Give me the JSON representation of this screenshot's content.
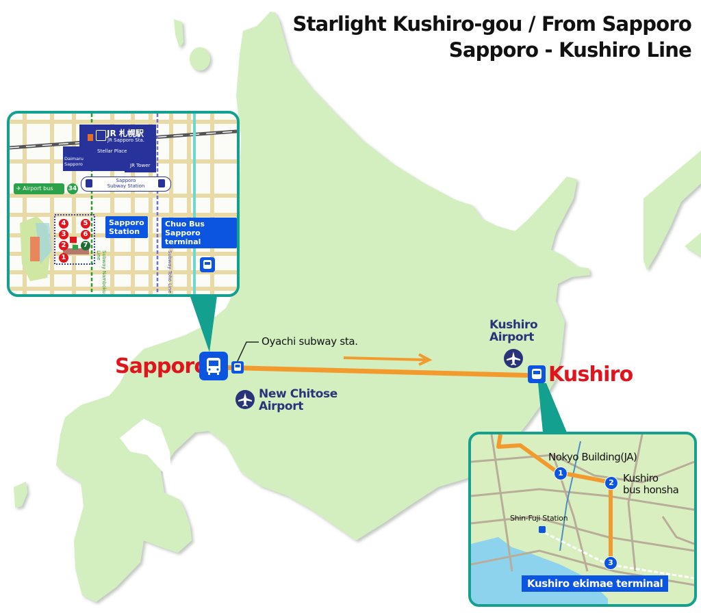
{
  "title": {
    "line1": "Starlight Kushiro-gou / From Sapporo",
    "line2": "Sapporo - Kushiro Line"
  },
  "colors": {
    "land": "#d3efc0",
    "route": "#f39a2e",
    "bus_blue": "#0b55e0",
    "city_red": "#e0141c",
    "airport_navy": "#28337a",
    "inset_border": "#14a08f"
  },
  "main_map": {
    "origin": {
      "label": "Sapporo",
      "icon": "bus-stop-icon"
    },
    "stop_oyachi": {
      "label": "Oyachi subway sta.",
      "icon": "bus-stop-icon"
    },
    "destination": {
      "label": "Kushiro",
      "icon": "bus-stop-icon"
    },
    "airports": [
      {
        "label_line1": "New Chitose",
        "label_line2": "Airport",
        "icon": "airplane-icon"
      },
      {
        "label_line1": "Kushiro",
        "label_line2": "Airport",
        "icon": "airplane-icon"
      }
    ],
    "direction_arrow": "arrow-right"
  },
  "sapporo_inset": {
    "jr_station_jp": "JR 札幌駅",
    "jr_station_en": "JR Sapporo Sta.",
    "stellar_place": "Stellar Place",
    "daimaru": "Daimaru Sapporo",
    "jr_tower": "JR Tower",
    "subway_station_line1": "Sapporo",
    "subway_station_line2": "Subway Station",
    "airport_bus": "Airport bus",
    "airport_bus_stop_no": "34",
    "sapporo_station_line1": "Sapporo",
    "sapporo_station_line2": "Station",
    "chuo_bus_line1": "Chuo Bus",
    "chuo_bus_line2": "Sapporo terminal",
    "namboku_line": "Subway Namboku Line",
    "toho_line": "Subway Toho Line",
    "platforms": [
      "1",
      "2",
      "3",
      "4",
      "5",
      "6",
      "7"
    ]
  },
  "kushiro_inset": {
    "stops": [
      {
        "no": "1",
        "label": "Nokyo Building(JA)"
      },
      {
        "no": "2",
        "label_line1": "Kushiro",
        "label_line2": "bus honsha"
      },
      {
        "no": "3",
        "label": "Kushiro ekimae terminal"
      }
    ],
    "shin_fuji": "Shin-Fuji Station"
  }
}
